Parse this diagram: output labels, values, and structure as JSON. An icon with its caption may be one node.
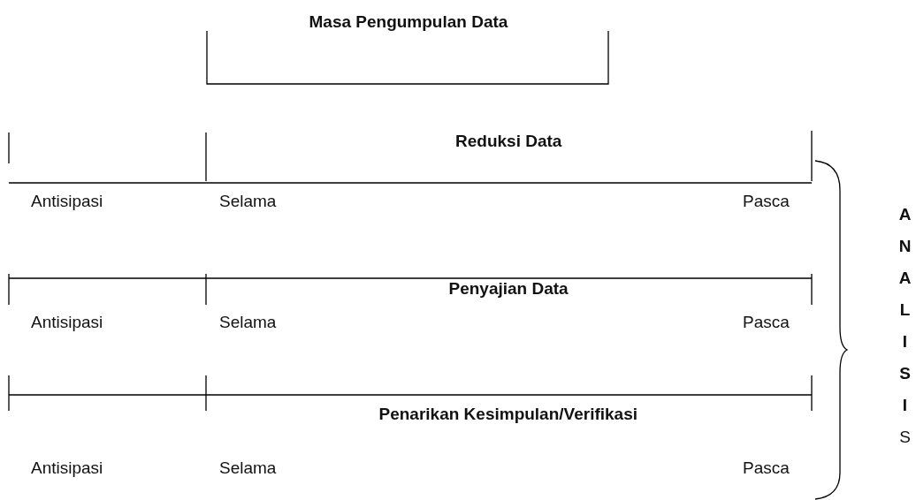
{
  "diagram": {
    "title": "Masa Pengumpulan Data",
    "labels": [
      "Reduksi Data",
      "Antisipasi",
      "Selama",
      "Pasca",
      "Penyajian Data",
      "Antisipasi",
      "Selama",
      "Pasca",
      "Penarikan Kesimpulan/Verifikasi",
      "Antisipasi",
      "Selama",
      "Pasca",
      "**ANALISI**S"
    ]
  }
}
